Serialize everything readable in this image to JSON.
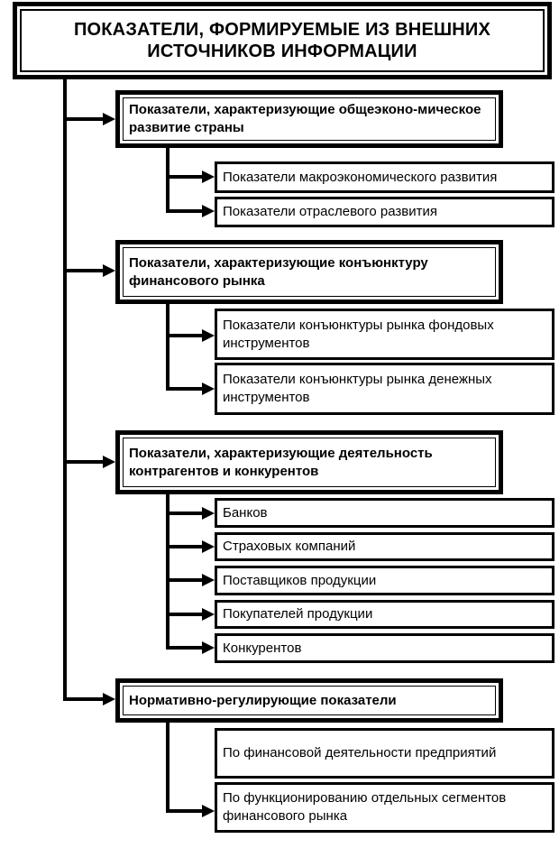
{
  "title": "ПОКАЗАТЕЛИ, ФОРМИРУЕМЫЕ ИЗ ВНЕШНИХ ИСТОЧНИКОВ ИНФОРМАЦИИ",
  "categories": [
    {
      "label": "Показатели, характеризующие общеэконо-мическое развитие страны",
      "items": [
        "Показатели макроэкономического развития",
        "Показатели отраслевого развития"
      ]
    },
    {
      "label": "Показатели, характеризующие конъюнктуру финансового рынка",
      "items": [
        "Показатели конъюнктуры рынка фондовых инструментов",
        "Показатели конъюнктуры рынка денежных инструментов"
      ]
    },
    {
      "label": "Показатели, характеризующие деятельность контрагентов и конкурентов",
      "items": [
        "Банков",
        "Страховых компаний",
        "Поставщиков продукции",
        "Покупателей продукции",
        "Конкурентов"
      ]
    },
    {
      "label": "Нормативно-регулирующие показатели",
      "items": [
        "По финансовой деятельности предприятий",
        "По функционированию отдельных сегментов финансового рынка"
      ]
    }
  ]
}
